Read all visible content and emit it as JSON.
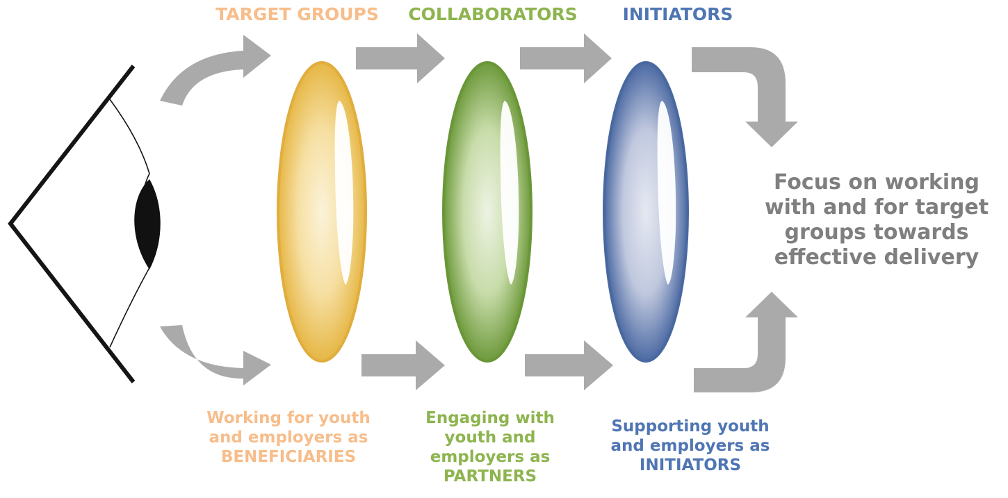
{
  "headings": [
    {
      "text": "TARGET GROUPS",
      "color": "#f7bd8a"
    },
    {
      "text": "COLLABORATORS",
      "color": "#8db44e"
    },
    {
      "text": "INITIATORS",
      "color": "#4f75b3"
    }
  ],
  "descriptions": [
    {
      "lines": [
        "Working for youth",
        "and employers as",
        "BENEFICIARIES"
      ],
      "color": "#f7bd8a"
    },
    {
      "lines": [
        "Engaging with",
        "youth and",
        "employers as",
        "PARTNERS"
      ],
      "color": "#8db44e"
    },
    {
      "lines": [
        "Supporting youth",
        "and employers as",
        "INITIATORS"
      ],
      "color": "#4f75b3"
    }
  ],
  "focus": {
    "lines": [
      "Focus on working",
      "with and for target",
      "groups towards",
      "effective delivery"
    ],
    "color": "#7f7f7f"
  },
  "lenses": [
    {
      "name": "beneficiaries",
      "color": "#f0c85e"
    },
    {
      "name": "partners",
      "color": "#7ea84a"
    },
    {
      "name": "initiators",
      "color": "#5672a8"
    }
  ],
  "icons": [
    "eye-icon",
    "arrow-icon"
  ],
  "arrow_color": "#aaaaaa"
}
